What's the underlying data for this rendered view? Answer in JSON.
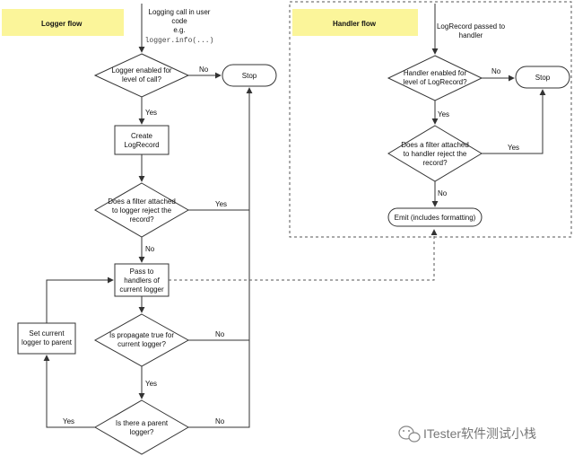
{
  "logger_flow": {
    "title": "Logger flow",
    "entry_text": [
      "Logging call in user",
      "code",
      "e.g."
    ],
    "entry_code": "logger.info(...)",
    "enabled_decision": [
      "Logger enabled for",
      "level of call?"
    ],
    "stop": "Stop",
    "create_record": [
      "Create",
      "LogRecord"
    ],
    "filter_decision": [
      "Does a filter attached",
      "to logger reject the",
      "record?"
    ],
    "pass_handlers": [
      "Pass to",
      "handlers of",
      "current logger"
    ],
    "propagate_decision": [
      "Is propagate true for",
      "current logger?"
    ],
    "set_parent": [
      "Set current",
      "logger to parent"
    ],
    "parent_decision": [
      "Is there a parent",
      "logger?"
    ]
  },
  "handler_flow": {
    "title": "Handler flow",
    "entry_text": [
      "LogRecord passed to",
      "handler"
    ],
    "enabled_decision": [
      "Handler enabled for",
      "level of LogRecord?"
    ],
    "stop": "Stop",
    "filter_decision": [
      "Does a filter attached",
      "to handler reject the",
      "record?"
    ],
    "emit": "Emit (includes formatting)"
  },
  "edge_labels": {
    "yes": "Yes",
    "no": "No"
  },
  "watermark": "ITester软件测试小栈",
  "colors": {
    "note_fill": "#fbf59a",
    "line": "#333333",
    "background": "#ffffff"
  }
}
